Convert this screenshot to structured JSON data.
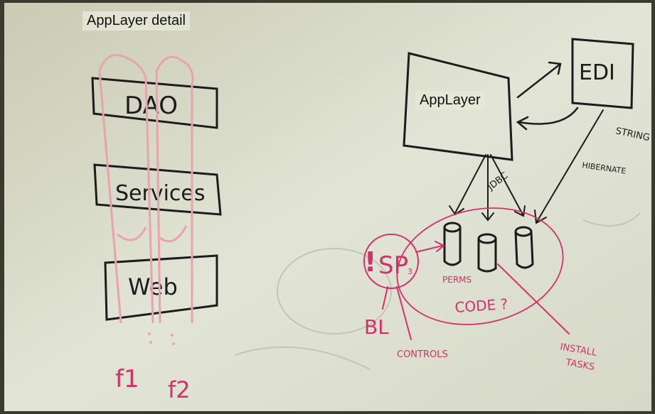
{
  "title": "AppLayer detail",
  "stack": {
    "dao": "DAO",
    "services": "Services",
    "web": "Web",
    "f1": "f1",
    "f2": "f2"
  },
  "architecture": {
    "applayer": "AppLayer",
    "edi": "EDI",
    "string": "STRING",
    "hibernate": "HIBERNATE",
    "jdbc": "JDBC",
    "sp": "SP",
    "sp_sub": "3",
    "bl": "BL",
    "controls": "CONTROLS",
    "perms": "PERMS",
    "code": "CODE ?",
    "install_tasks_1": "INSTALL",
    "install_tasks_2": "TASKS"
  },
  "colors": {
    "board": "#d9dccb",
    "ink_black": "#1c1c1c",
    "ink_pink": "#d0336a",
    "ink_pink_faint": "#e7a3ae"
  }
}
